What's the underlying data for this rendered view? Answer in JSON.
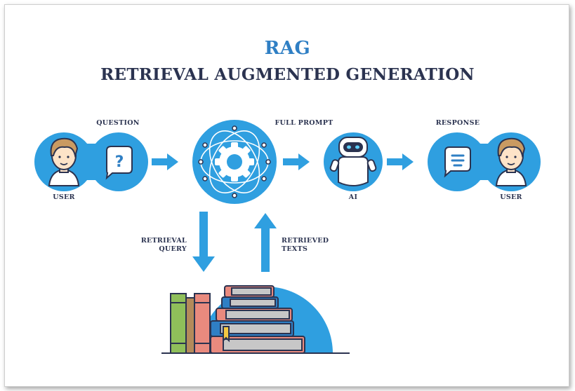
{
  "title": "RAG",
  "subtitle": "RETRIEVAL AUGMENTED GENERATION",
  "labels": {
    "question": "QUESTION",
    "full_prompt": "FULL PROMPT",
    "response": "RESPONSE",
    "user_left": "USER",
    "ai": "AI",
    "user_right": "USER",
    "retrieval_query": "RETRIEVAL\nQUERY",
    "retrieved_texts": "RETRIEVED\nTEXTS"
  },
  "icons": {
    "question_bubble": "?"
  },
  "colors": {
    "accent_blue": "#2f9fe0",
    "title_blue": "#2f7fc4",
    "dark_text": "#2b3350",
    "skin": "#fde3c8",
    "hair": "#c99a62",
    "book_green": "#8fbf5a",
    "book_red": "#e98a7e",
    "book_brown": "#b48a5a",
    "book_cream": "#f2dfb8",
    "book_gray": "#c7c7c7",
    "bookmark": "#f4c842"
  }
}
